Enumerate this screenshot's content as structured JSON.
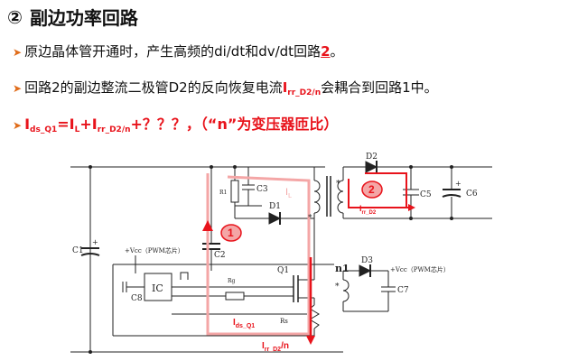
{
  "heading": {
    "number": "②",
    "title": "副边功率回路"
  },
  "bullets": {
    "b1_text": "原边晶体管开通时，产生高频的di/dt和dv/dt回路",
    "b1_num": "2",
    "b1_end": "。",
    "b2_pre": "回路2的副边整流二极管D2的反向恢复电流",
    "b2_sym": "I",
    "b2_sub": "rr_D2/n",
    "b2_post": "会耦合到回路1中。",
    "b3_I1": "I",
    "b3_sub1": "ds_Q1",
    "b3_eq": "=",
    "b3_I2": "I",
    "b3_sub2": "L",
    "b3_plus1": "+",
    "b3_I3": "I",
    "b3_sub3": "rr_D2/n",
    "b3_tail": "+？？？，（“n”为变压器匝比）"
  },
  "schematic": {
    "labels": {
      "c1": "C1",
      "c2": "C2",
      "c3": "C3",
      "c5": "C5",
      "c6": "C6",
      "c7": "C7",
      "c8": "C8",
      "d1": "D1",
      "d2": "D2",
      "d3": "D3",
      "q1": "Q1",
      "r1": "R1",
      "rg": "Rg",
      "rs": "Rs",
      "ic": "IC",
      "n1": "n1",
      "vcc1": "+Vcc（PWM芯片）",
      "vcc2": "+Vcc（PWM芯片）",
      "star": "*",
      "plus": "+"
    },
    "loop1": {
      "label": "1",
      "il_I": "I",
      "il_sub": "L",
      "ids_I": "I",
      "ids_sub": "ds_Q1",
      "irr_I": "I",
      "irr_sub": "rr_D2",
      "irr_tail": "/n"
    },
    "loop2": {
      "label": "2",
      "irr_I": "I",
      "irr_sub": "rr_D2"
    }
  },
  "colors": {
    "accent_red": "#e8131b",
    "loop_pink": "#f4a6a6",
    "arrow_orange": "#e06c1a"
  }
}
